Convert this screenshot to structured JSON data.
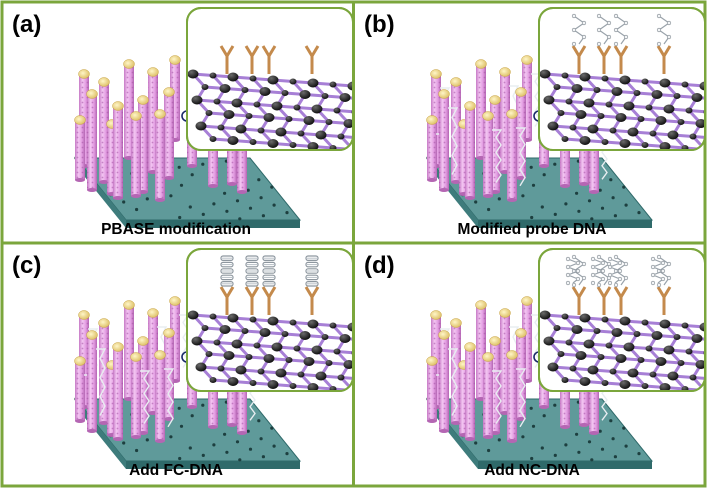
{
  "panels": [
    {
      "label": "(a)",
      "caption": "PBASE modification",
      "probe": "linker",
      "target": "none"
    },
    {
      "label": "(b)",
      "caption": "Modified probe DNA",
      "probe": "probe",
      "target": "none"
    },
    {
      "label": "(c)",
      "caption": "Add FC-DNA",
      "probe": "probe",
      "target": "complementary"
    },
    {
      "label": "(d)",
      "caption": "Add NC-DNA",
      "probe": "probe",
      "target": "noncomplementary"
    }
  ],
  "colors": {
    "border": "#7ba63c",
    "substrate_top": "#4f8f8f",
    "substrate_side": "#2f6a6a",
    "nanotube_body": "#e7a6e6",
    "nanotube_dots": "#b55fb5",
    "nanotube_cap": "#f3dd8a",
    "graphene_bond": "#a77fd6",
    "graphene_atom": "#1c1c1c",
    "linker": "#c48a4c",
    "dna": "#cfd6dc"
  }
}
